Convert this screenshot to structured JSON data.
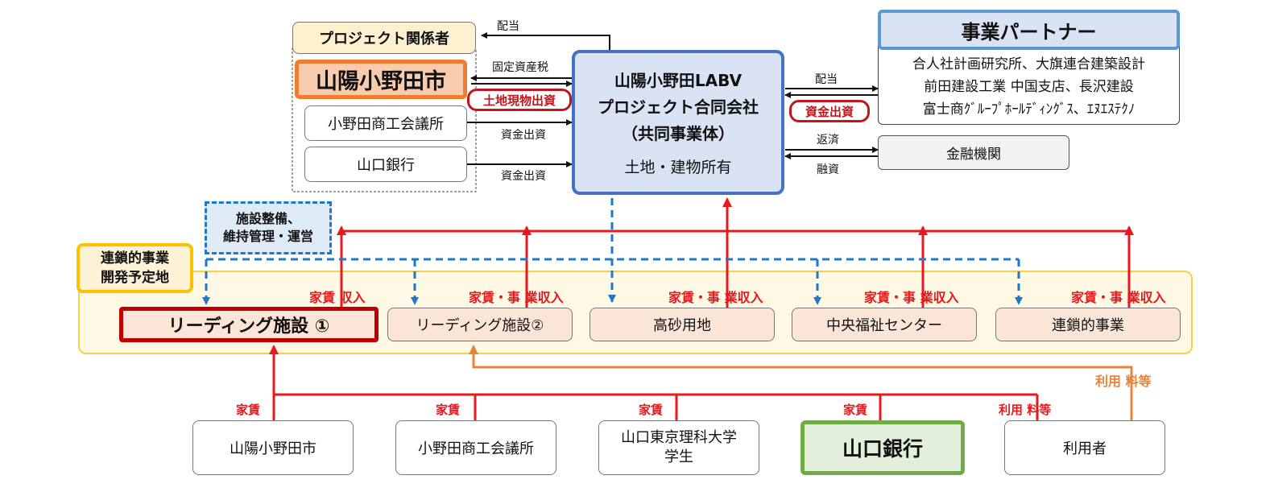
{
  "stakeholders": {
    "header": "プロジェクト関係者",
    "city": "山陽小野田市",
    "chamber": "小野田商工会議所",
    "bank": "山口銀行"
  },
  "llc": {
    "line1": "山陽小野田LABV",
    "line2": "プロジェクト合同会社",
    "line3": "（共同事業体）",
    "sub": "土地・建物所有"
  },
  "partners": {
    "header": "事業パートナー",
    "lines": [
      "合人社計画研究所、大旗連合建築設計",
      "前田建設工業 中国支店、長沢建設",
      "富士商ｸﾞﾙｰﾌﾟﾎｰﾙﾃﾞｨﾝｸﾞｽ、ｴﾇｴｽﾃｸﾉ"
    ],
    "finance": "金融機関"
  },
  "flows": {
    "dividend_left": "配当",
    "property_tax": "固定資産税",
    "land_in_kind": "土地現物出資",
    "capital_chamber": "資金出資",
    "capital_bank": "資金出資",
    "dividend_right": "配当",
    "capital_right": "資金出資",
    "repayment": "返済",
    "loan": "融資"
  },
  "maintenance": {
    "line1": "施設整備、",
    "line2": "維持管理・運営"
  },
  "site": {
    "label_line1": "連鎖的事業",
    "label_line2": "開発予定地",
    "facilities": [
      {
        "name": "リーディング施設 ①",
        "revenue": "家賃 収入"
      },
      {
        "name": "リーディング施設②",
        "revenue": "家賃・事 業収入"
      },
      {
        "name": "高砂用地",
        "revenue": "家賃・事 業収入"
      },
      {
        "name": "中央福祉センター",
        "revenue": "家賃・事 業収入"
      },
      {
        "name": "連鎖的事業",
        "revenue": "家賃・事 業収入"
      }
    ]
  },
  "tenants": [
    {
      "name": "山陽小野田市",
      "flow": "家賃"
    },
    {
      "name": "小野田商工会議所",
      "flow": "家賃"
    },
    {
      "name": "山口東京理科大学\n学生",
      "line1": "山口東京理科大学",
      "line2": "学生",
      "flow": "家賃"
    },
    {
      "name": "山口銀行",
      "flow": "家賃"
    },
    {
      "name": "利用者",
      "flow": "利用 料等"
    }
  ],
  "user_fee_upper": "利用 料等",
  "colors": {
    "red": "#e8191e",
    "blue_dash": "#1f78c8",
    "orange": "#e8843a",
    "llc_border": "#4472c4",
    "llc_fill": "#dae3f3",
    "city_border": "#ed7d31",
    "city_fill": "#f8cbad",
    "site_border": "#ffc000",
    "bank_border": "#70ad47",
    "bank_fill": "#e2efda",
    "leading_border": "#c00000"
  }
}
